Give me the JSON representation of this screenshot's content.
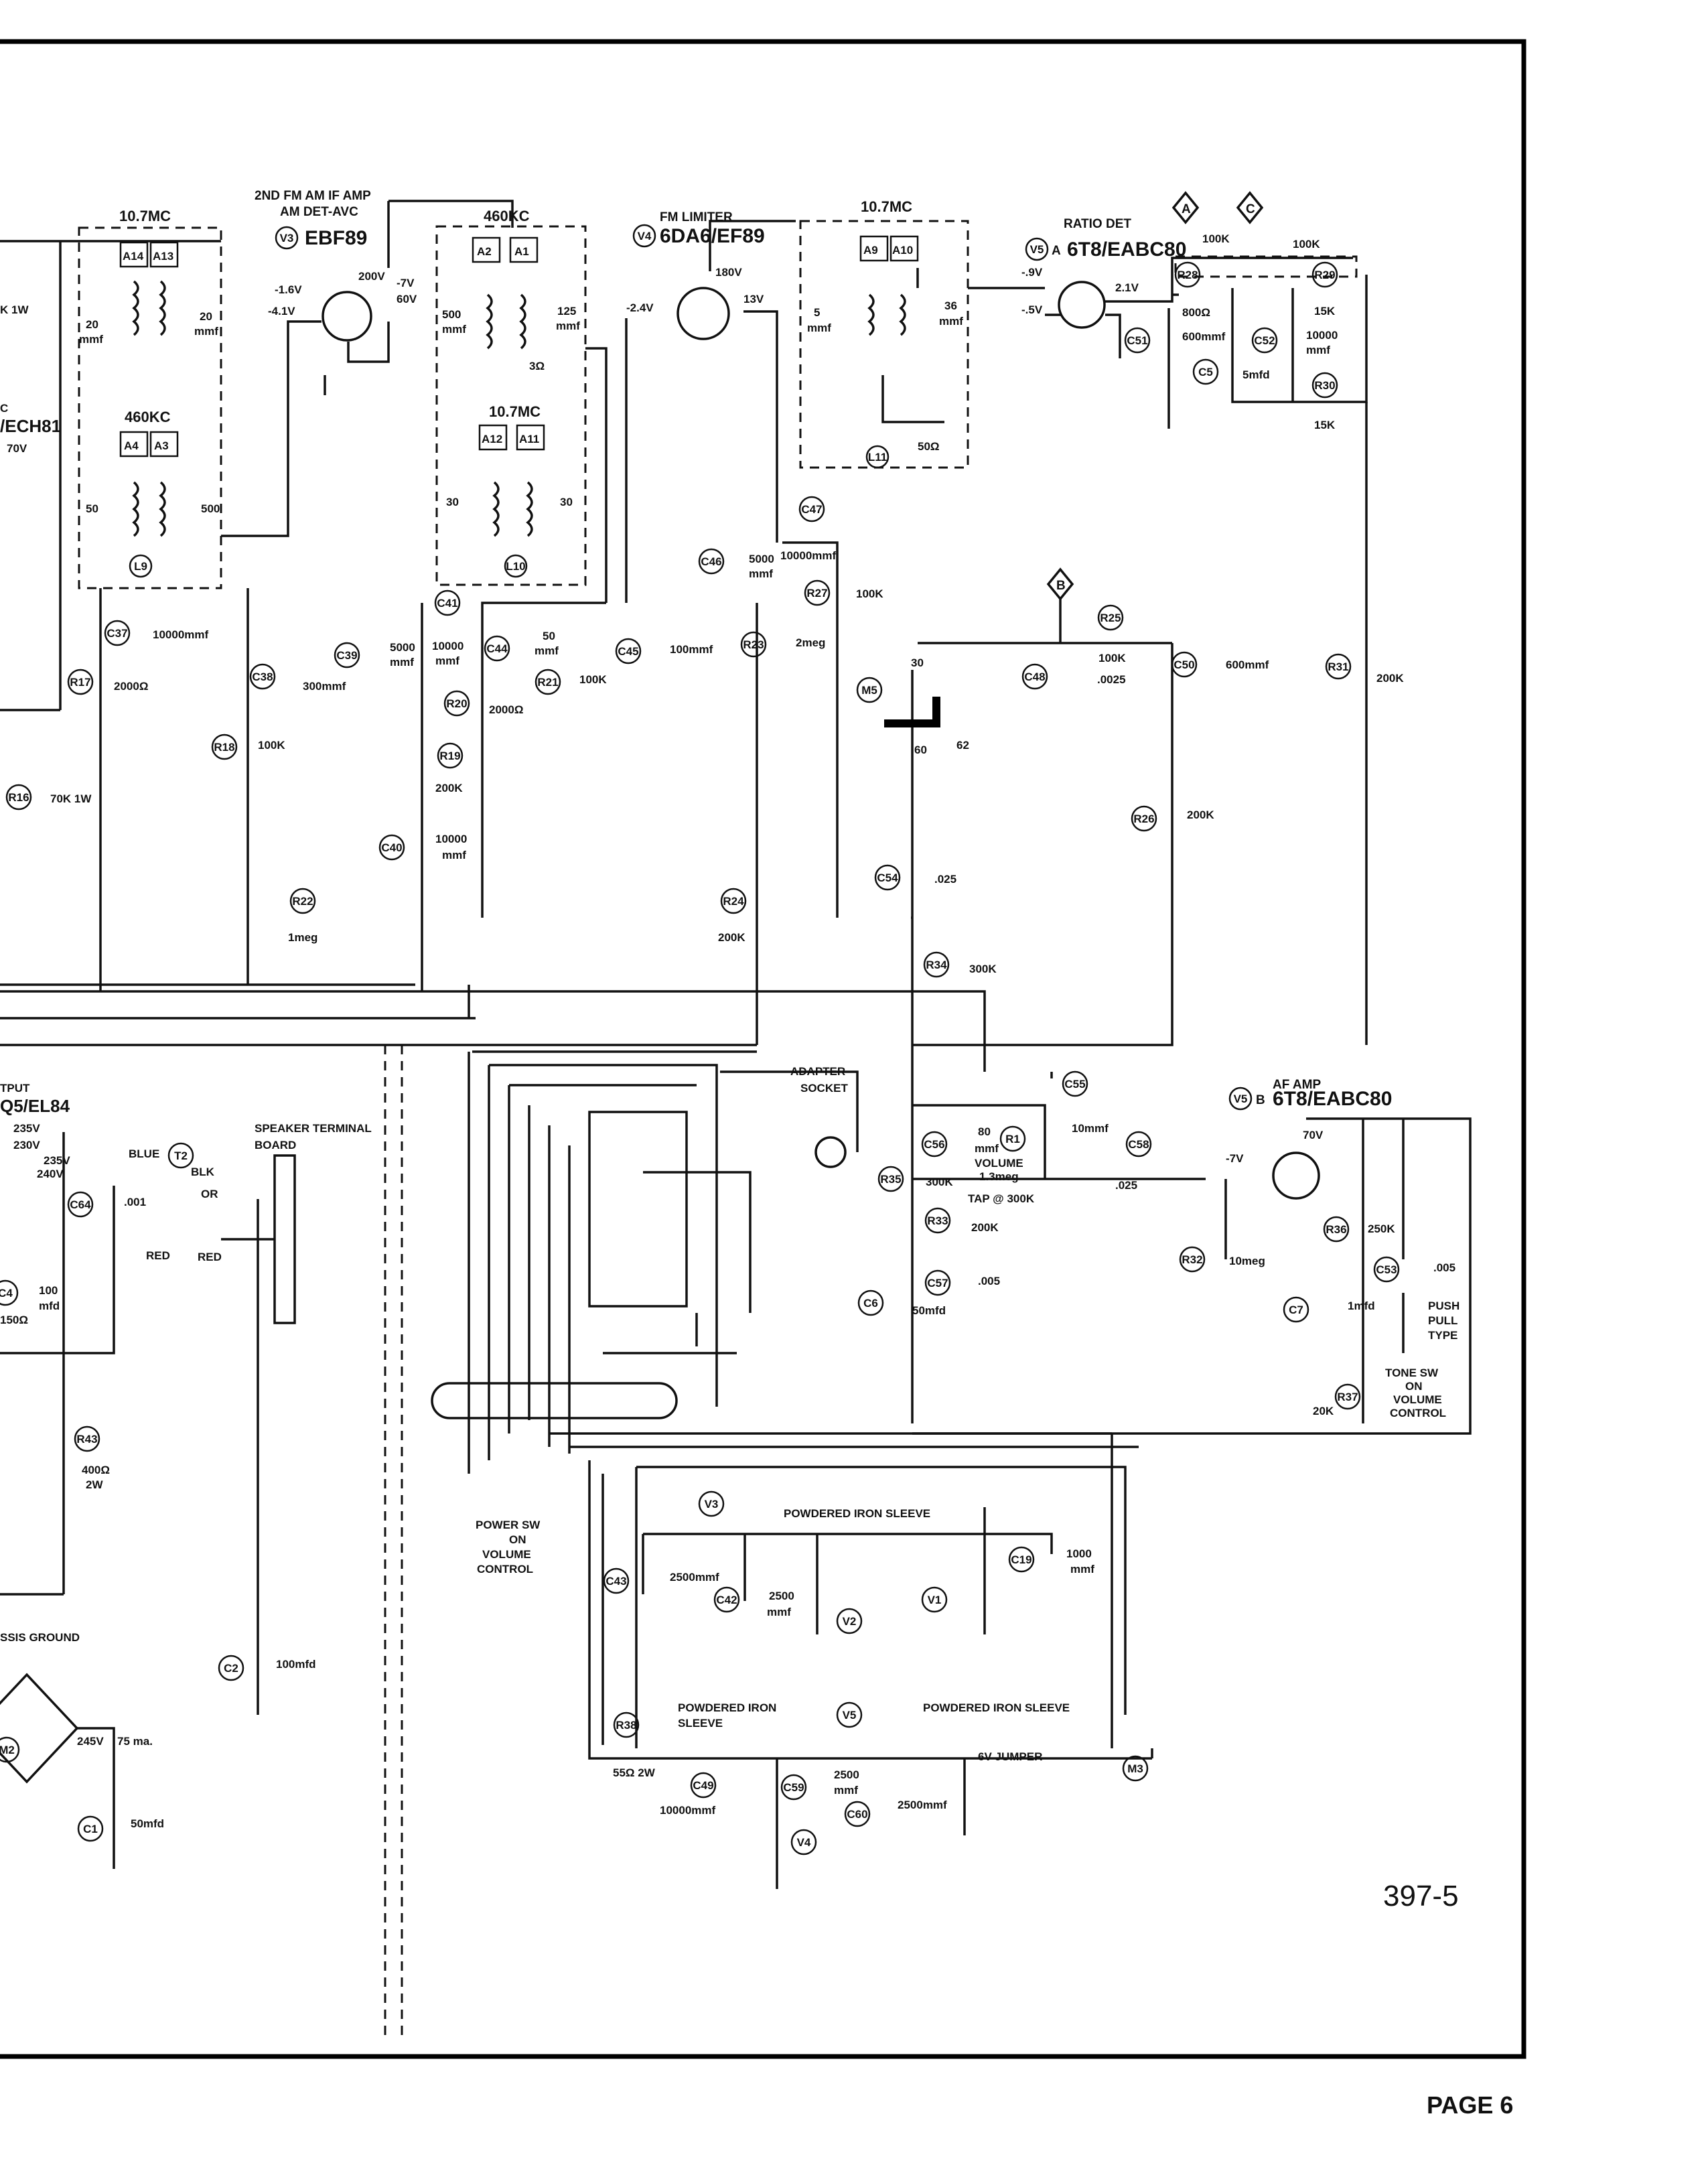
{
  "stages": {
    "if_amp": {
      "line1": "2ND FM AM IF AMP",
      "line2": "AM DET-AVC",
      "ref": "V3",
      "tube": "EBF89"
    },
    "limiter": {
      "line1": "FM LIMITER",
      "ref": "V4",
      "tube": "6DA6/EF89"
    },
    "ratio_det": {
      "line1": "RATIO DET",
      "ref": "V5",
      "section": "A",
      "tube": "6T8/EABC80"
    },
    "af_amp": {
      "line1": "AF AMP",
      "ref": "V5",
      "section": "B",
      "tube": "6T8/EABC80"
    },
    "left_partial": {
      "freq": "C",
      "tube": "/ECH81",
      "volts": "70V"
    },
    "output_partial": {
      "line1": "TPUT",
      "tube": "Q5/EL84"
    }
  },
  "transformers": {
    "L9": {
      "top_freq": "10.7MC",
      "bottom_freq": "460KC",
      "cans": [
        "A14",
        "A13",
        "A4",
        "A3"
      ],
      "ref": "L9"
    },
    "L10": {
      "top_freq": "460KC",
      "bottom_freq": "10.7MC",
      "cans": [
        "A2",
        "A1",
        "A12",
        "A11"
      ],
      "ref": "L10"
    },
    "L11": {
      "top_freq": "10.7MC",
      "cans": [
        "A9",
        "A10"
      ],
      "ref": "L11"
    }
  },
  "values": {
    "cap20a": "20",
    "cap20b": "20",
    "mmf": "mmf",
    "cap50": "50",
    "cap500a": "500",
    "cap500b": "500",
    "cap125": "125",
    "r3": "3Ω",
    "cap30a": "30",
    "cap30b": "30",
    "cap5": "5",
    "cap36": "36",
    "r50": "50Ω",
    "v200": "200V",
    "v7": "-7V",
    "v60": "60V",
    "v16": "-1.6V",
    "v41": "-4.1V",
    "v180": "180V",
    "v13": "13V",
    "v24": "-2.4V",
    "v9": "-.9V",
    "v5": "-.5V",
    "v21": "2.1V",
    "v70": "70V",
    "v7af": "-7V",
    "r100ka": "100K",
    "r100kb": "100K",
    "r800": "800Ω",
    "r15ka": "15K",
    "r15kb": "15K",
    "c600a": "600mmf",
    "c10000": "10000",
    "c5mfd": "5mfd",
    "c10000mmf_c37": "10000mmf",
    "r2000": "2000Ω",
    "c300": "300mmf",
    "r100k_r18": "100K",
    "r70k": "70K 1W",
    "c5000_c39": "5000",
    "c10000_c41": "10000",
    "c50_c44": "50",
    "r2000_r20": "2000Ω",
    "r100k_r21": "100K",
    "r200k_r19": "200K",
    "c10000_c40": "10000",
    "c100mmf_c45": "100mmf",
    "c5000_c46": "5000",
    "c10000_c47": "10000mmf",
    "r100k_r27": "100K",
    "r2meg": "2meg",
    "r100k_r25": "100K",
    "c0025": ".0025",
    "c600b": "600mmf",
    "r200k_r31": "200K",
    "r200k_r26": "200K",
    "c025_c54": ".025",
    "r300k_r34": "300K",
    "r1meg_r22": "1meg",
    "r200k_r24": "200K",
    "sw30": "30",
    "sw60": "60",
    "sw62": "62",
    "c10mmf": "10mmf",
    "c80": "80",
    "volume": "VOLUME",
    "vol_val": "1.3meg",
    "tap": "TAP @ 300K",
    "r300k_r35": "300K",
    "r200k_r33": "200K",
    "c005_c57": ".005",
    "c50mfd_c6": "50mfd",
    "c025_c58": ".025",
    "r10meg": "10meg",
    "r250k": "250K",
    "c005_c53": ".005",
    "c1mfd": "1mfd",
    "push": "PUSH",
    "pull": "PULL",
    "type": "TYPE",
    "tone1": "TONE SW",
    "tone2": "ON",
    "tone3": "VOLUME",
    "tone4": "CONTROL",
    "r20k": "20K",
    "adapter1": "ADAPTER",
    "adapter2": "SOCKET",
    "spk1": "SPEAKER TERMINAL",
    "spk2": "BOARD",
    "blue": "BLUE",
    "blk": "BLK",
    "or": "OR",
    "red1": "RED",
    "red2": "RED",
    "c001": ".001",
    "v235a": "235V",
    "v230": "230V",
    "v235b": "235V",
    "v240": "240V",
    "c100_c4": "100",
    "c4mfd": "mfd",
    "r150": "150Ω",
    "r400": "400Ω",
    "r2w": "2W",
    "power1": "POWER SW",
    "power2": "ON",
    "power3": "VOLUME",
    "power4": "CONTROL",
    "piron": "POWDERED IRON SLEEVE",
    "piron2a": "POWDERED IRON",
    "piron2b": "SLEEVE",
    "piron3": "POWDERED IRON SLEEVE",
    "c2500_c43": "2500mmf",
    "c2500_c42": "2500",
    "c1000_c19": "1000",
    "r55": "55Ω 2W",
    "c10000_c49": "10000mmf",
    "c2500_c59": "2500",
    "c2500_c60": "2500mmf",
    "jumper": "6V JUMPER",
    "chassis": "SSIS GROUND",
    "c100mfd_c2": "100mfd",
    "v245": "245V",
    "ma75": "75 ma.",
    "c50mfd_c1": "50mfd",
    "partial_r": "K 1W",
    "partial_c": "50",
    "partial_mmf": "mmf"
  },
  "refs": {
    "markerA": "A",
    "markerB": "B",
    "markerC": "C",
    "list": [
      "R28",
      "R29",
      "R30",
      "C51",
      "C52",
      "C5",
      "R25",
      "C48",
      "C50",
      "R31",
      "R26",
      "C54",
      "R34",
      "C37",
      "R17",
      "C38",
      "R18",
      "R16",
      "C39",
      "C41",
      "C44",
      "R21",
      "R20",
      "R19",
      "C40",
      "C45",
      "C46",
      "C47",
      "R27",
      "R23",
      "M5",
      "R22",
      "R24",
      "C55",
      "C56",
      "R1",
      "C58",
      "R35",
      "R33",
      "C57",
      "C6",
      "R32",
      "R36",
      "C53",
      "C7",
      "R37",
      "T2",
      "C64",
      "C4",
      "R43",
      "V3",
      "C43",
      "C42",
      "V2",
      "V1",
      "C19",
      "C2",
      "R38",
      "V5",
      "C49",
      "C59",
      "C60",
      "V4",
      "M3",
      "M2",
      "C1"
    ]
  },
  "footer": {
    "code": "397-5",
    "page": "PAGE 6"
  }
}
